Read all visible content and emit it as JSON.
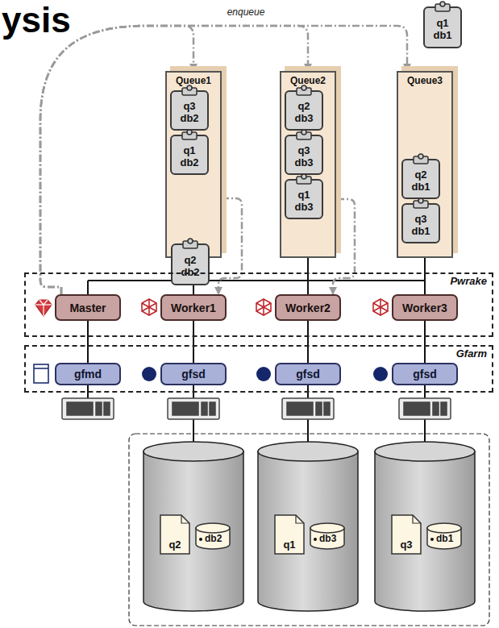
{
  "diagram": {
    "title": "ysis",
    "nodes": [
      {
        "text": [
          "Queue1"
        ]
      },
      {
        "text": [
          "q3 db2"
        ],
        "in": 0
      },
      {
        "text": [
          "q1 db2"
        ],
        "in": 0
      },
      {
        "text": [
          "Queue2"
        ]
      },
      {
        "text": [
          "q2 db3"
        ],
        "in": 3
      },
      {
        "text": [
          "q3 db3"
        ],
        "in": 3
      },
      {
        "text": [
          "q1 db3"
        ],
        "in": 3
      },
      {
        "text": [
          "Queue3"
        ]
      },
      {
        "text": [
          "q2 db1"
        ],
        "in": 7
      },
      {
        "text": [
          "q3 db1"
        ],
        "in": 7
      },
      {
        "text": [
          "q1 db1"
        ]
      },
      {
        "text": [
          "q2 db2"
        ]
      },
      {
        "text": [
          "Pwrake"
        ]
      },
      {
        "text": [
          "Master"
        ],
        "in": 12
      },
      {
        "text": [
          "Worker1"
        ],
        "in": 12
      },
      {
        "text": [
          "Worker2"
        ],
        "in": 12
      },
      {
        "text": [
          "Worker3"
        ],
        "in": 12
      },
      {
        "text": [
          "Gfarm"
        ]
      },
      {
        "text": [
          "gfmd"
        ],
        "in": 17
      },
      {
        "text": [
          "gfsd"
        ],
        "in": 17
      },
      {
        "text": [
          "gfsd"
        ],
        "in": 17
      },
      {
        "text": [
          "gfsd"
        ],
        "in": 17
      },
      {
        "text": [
          "q2"
        ]
      },
      {
        "text": [
          "db2"
        ]
      },
      {
        "text": [
          "q1"
        ]
      },
      {
        "text": [
          "db3"
        ]
      },
      {
        "text": [
          "q3"
        ]
      },
      {
        "text": [
          "db1"
        ]
      }
    ],
    "edges": [
      {
        "from": 13,
        "to": 0,
        "arrow": "to"
      },
      {
        "from": 13,
        "to": 3,
        "arrow": "to",
        "label": "enqueue"
      },
      {
        "from": 13,
        "to": 7,
        "arrow": "to"
      },
      {
        "from": 0,
        "to": 14,
        "arrow": "to"
      },
      {
        "from": 6,
        "to": 15,
        "arrow": "to"
      },
      {
        "from": 13,
        "to": 18,
        "arrow": "none"
      },
      {
        "from": 14,
        "to": 19,
        "arrow": "none"
      },
      {
        "from": 15,
        "to": 20,
        "arrow": "none"
      },
      {
        "from": 16,
        "to": 21,
        "arrow": "none"
      }
    ]
  }
}
